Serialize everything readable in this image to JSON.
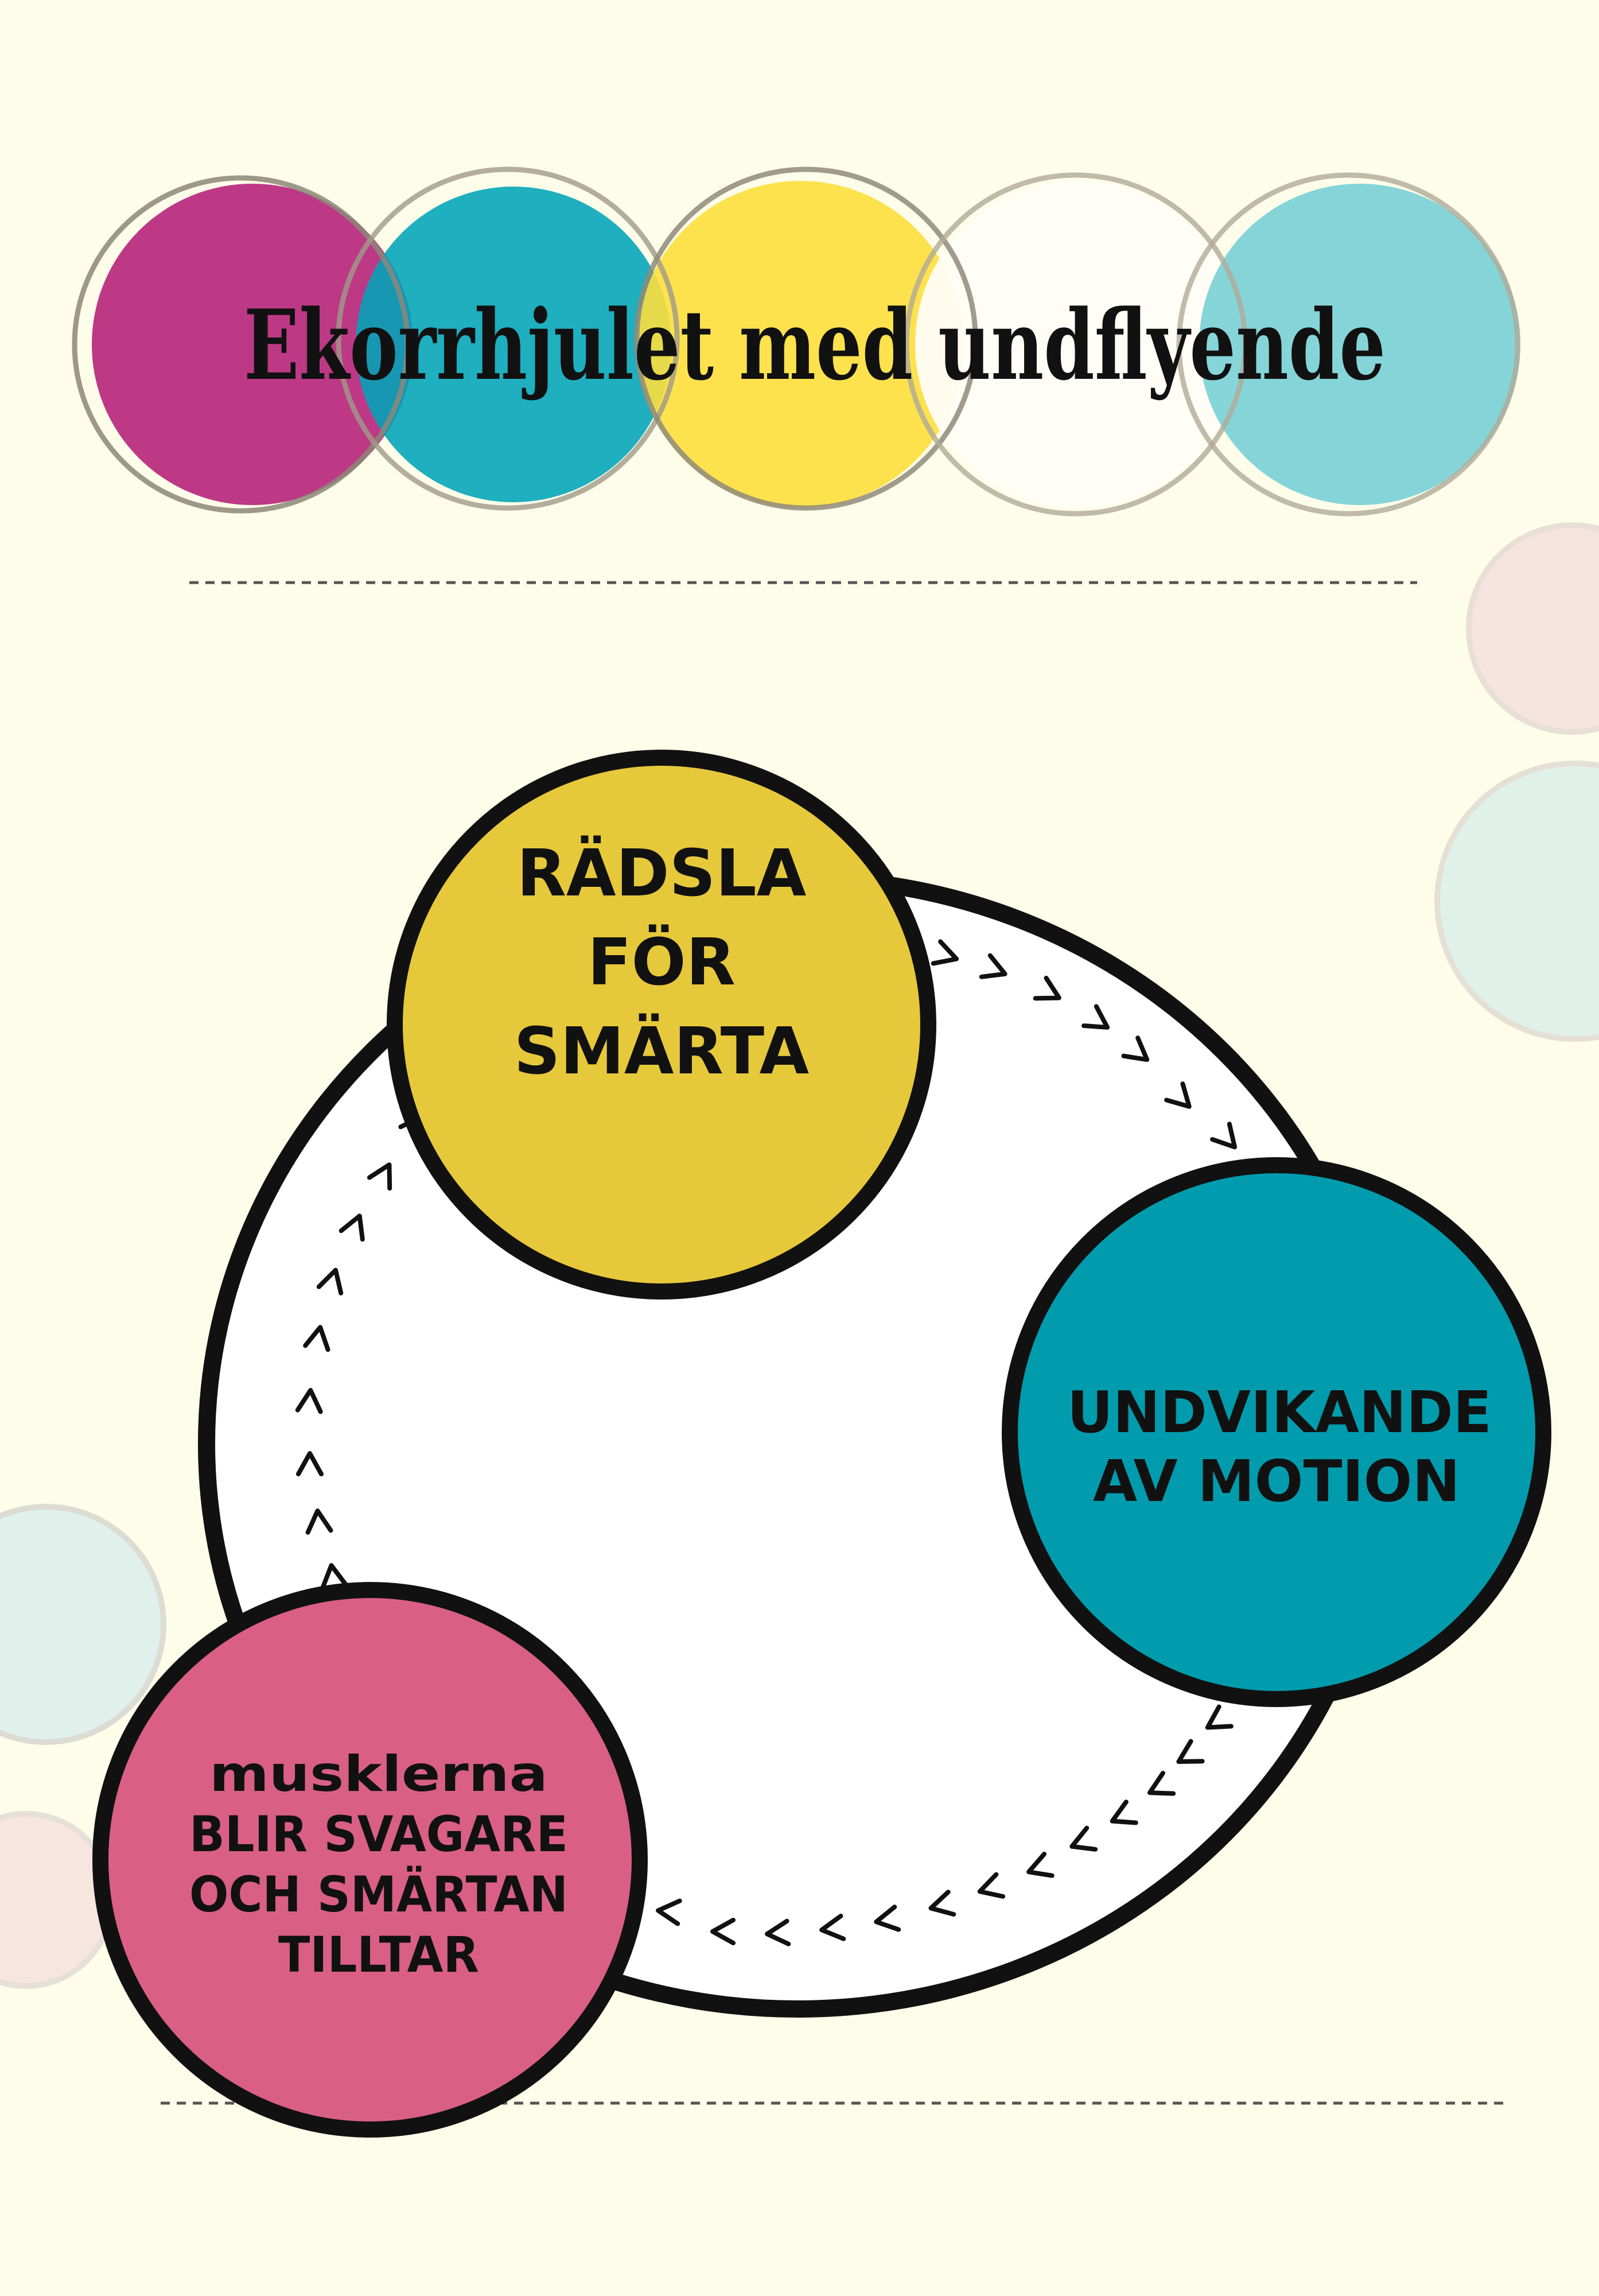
{
  "title": "Ekorrhjulet med undflyende",
  "colors": {
    "background": "#fefde9",
    "magenta": "#b7287c",
    "teal": "#00a4b8",
    "yellow": "#fddf3d",
    "white": "#fffdf7",
    "light_teal": "#7bd1d6",
    "node_yellow": "#e6c83b",
    "node_teal": "#009cad",
    "node_pink": "#d95f87",
    "outline": "#111111"
  },
  "title_circles": [
    {
      "name": "magenta",
      "color": "#b7287c"
    },
    {
      "name": "teal",
      "color": "#00a4b8"
    },
    {
      "name": "yellow",
      "color": "#fddf3d"
    },
    {
      "name": "white",
      "color": "#fffdf7"
    },
    {
      "name": "light-teal",
      "color": "#7bd1d6"
    }
  ],
  "cycle": {
    "nodes": [
      {
        "id": "fear",
        "lines": [
          "RÄDSLA",
          "FÖR",
          "SMÄRTA"
        ]
      },
      {
        "id": "avoidance",
        "lines": [
          "UNDVIKANDE",
          "AV MOTION"
        ]
      },
      {
        "id": "weakness",
        "lines": [
          "musklerna",
          "BLIR SVAGARE",
          "OCH SMÄRTAN",
          "TILLTAR"
        ]
      }
    ],
    "arrow_glyph": ">"
  }
}
